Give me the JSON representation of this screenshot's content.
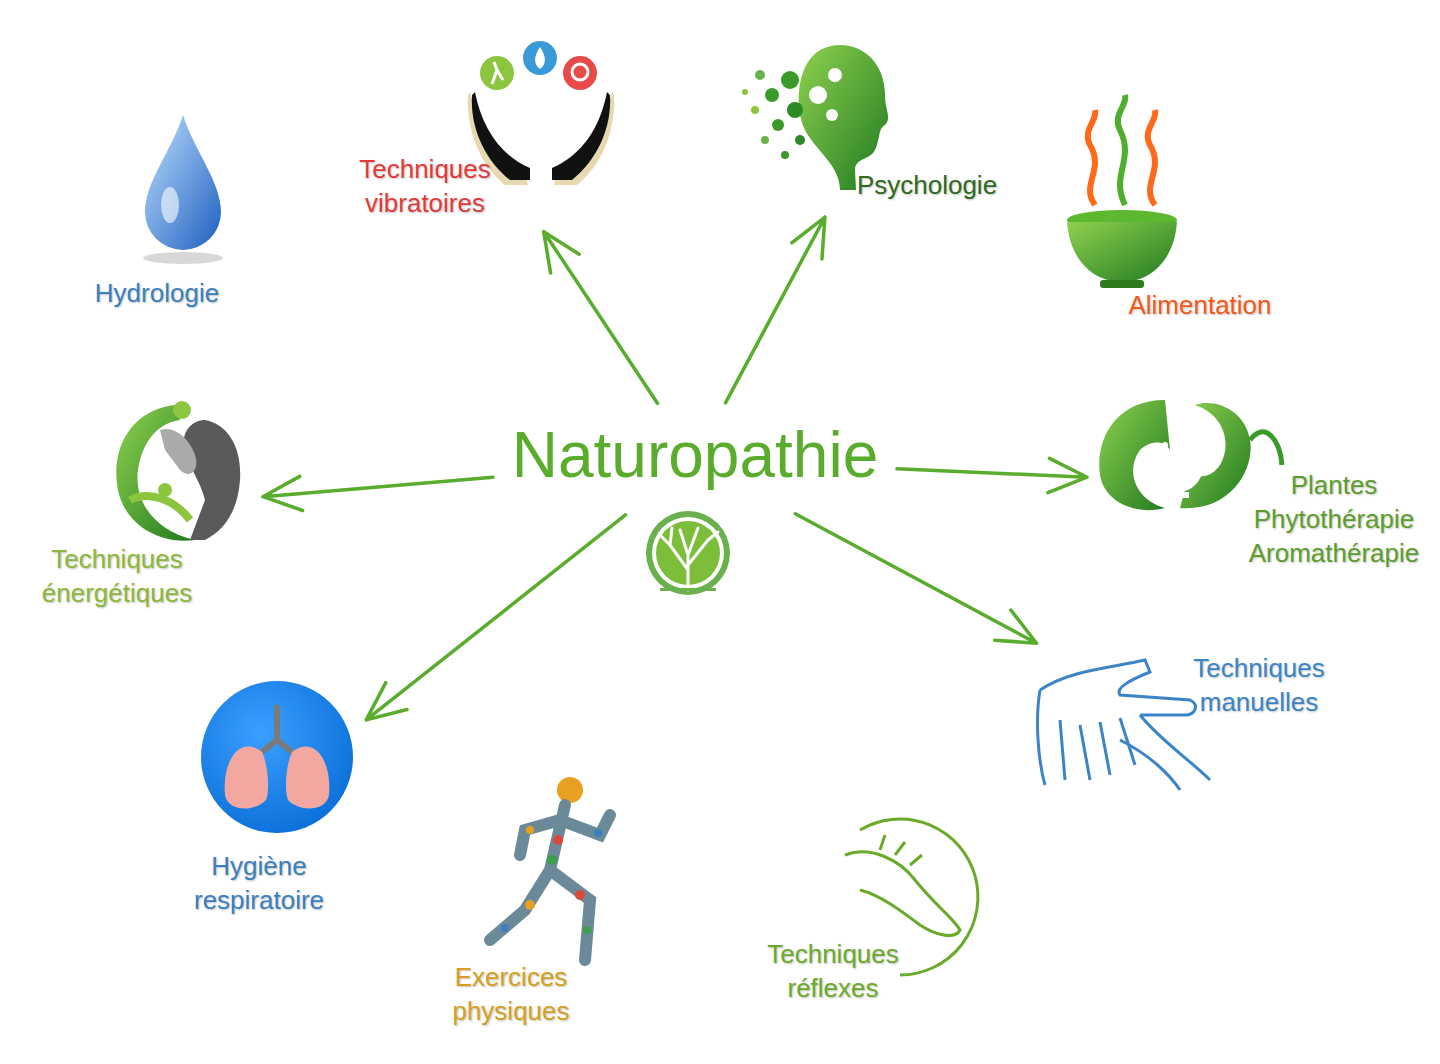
{
  "diagram": {
    "nodes": [
      {
        "text": [
          "Naturopathie"
        ]
      },
      {
        "text": [
          "Techniques vibratoires"
        ]
      },
      {
        "text": [
          "Psychologie"
        ]
      },
      {
        "text": [
          "Hydrologie"
        ]
      },
      {
        "text": [
          "Alimentation"
        ]
      },
      {
        "text": [
          "Plantes Phytothérapie Aromathérapie"
        ]
      },
      {
        "text": [
          "Techniques énergétiques"
        ]
      },
      {
        "text": [
          "Techniques manuelles"
        ]
      },
      {
        "text": [
          "Hygiène respiratoire"
        ]
      },
      {
        "text": [
          "Techniques réflexes"
        ]
      },
      {
        "text": [
          "Exercices physiques"
        ]
      }
    ],
    "edges": [
      {
        "from": 0,
        "to": 1,
        "arrow": "to"
      },
      {
        "from": 0,
        "to": 2,
        "arrow": "to"
      },
      {
        "from": 0,
        "to": 5,
        "arrow": "to"
      },
      {
        "from": 0,
        "to": 7,
        "arrow": "to"
      },
      {
        "from": 0,
        "to": 8,
        "arrow": "to"
      },
      {
        "from": 0,
        "to": 6,
        "arrow": "to"
      }
    ]
  }
}
